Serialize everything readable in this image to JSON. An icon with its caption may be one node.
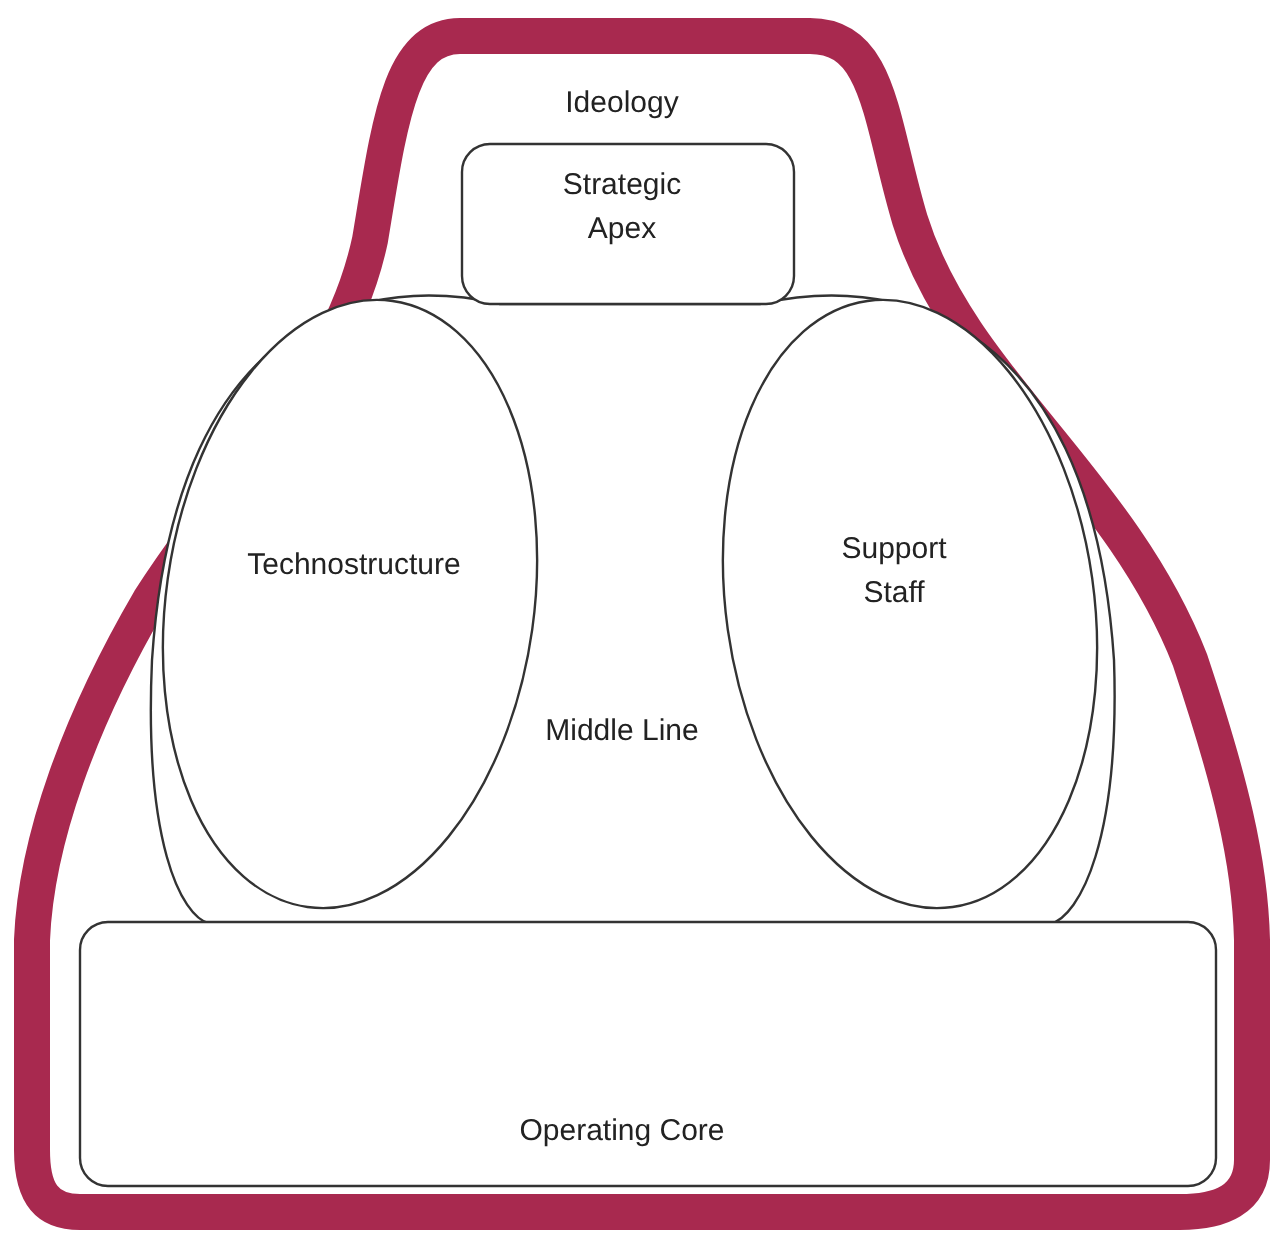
{
  "diagram": {
    "nodes": [
      {
        "text": [
          "Ideology"
        ]
      },
      {
        "text": [
          "Strategic Apex"
        ],
        "in": 0
      },
      {
        "text": [
          "Technostructure"
        ],
        "in": 4
      },
      {
        "text": [
          "Support Staff"
        ],
        "in": 4
      },
      {
        "text": [
          "Middle Line"
        ],
        "in": 0
      },
      {
        "text": [
          "Operating Core"
        ],
        "in": 0
      }
    ]
  }
}
